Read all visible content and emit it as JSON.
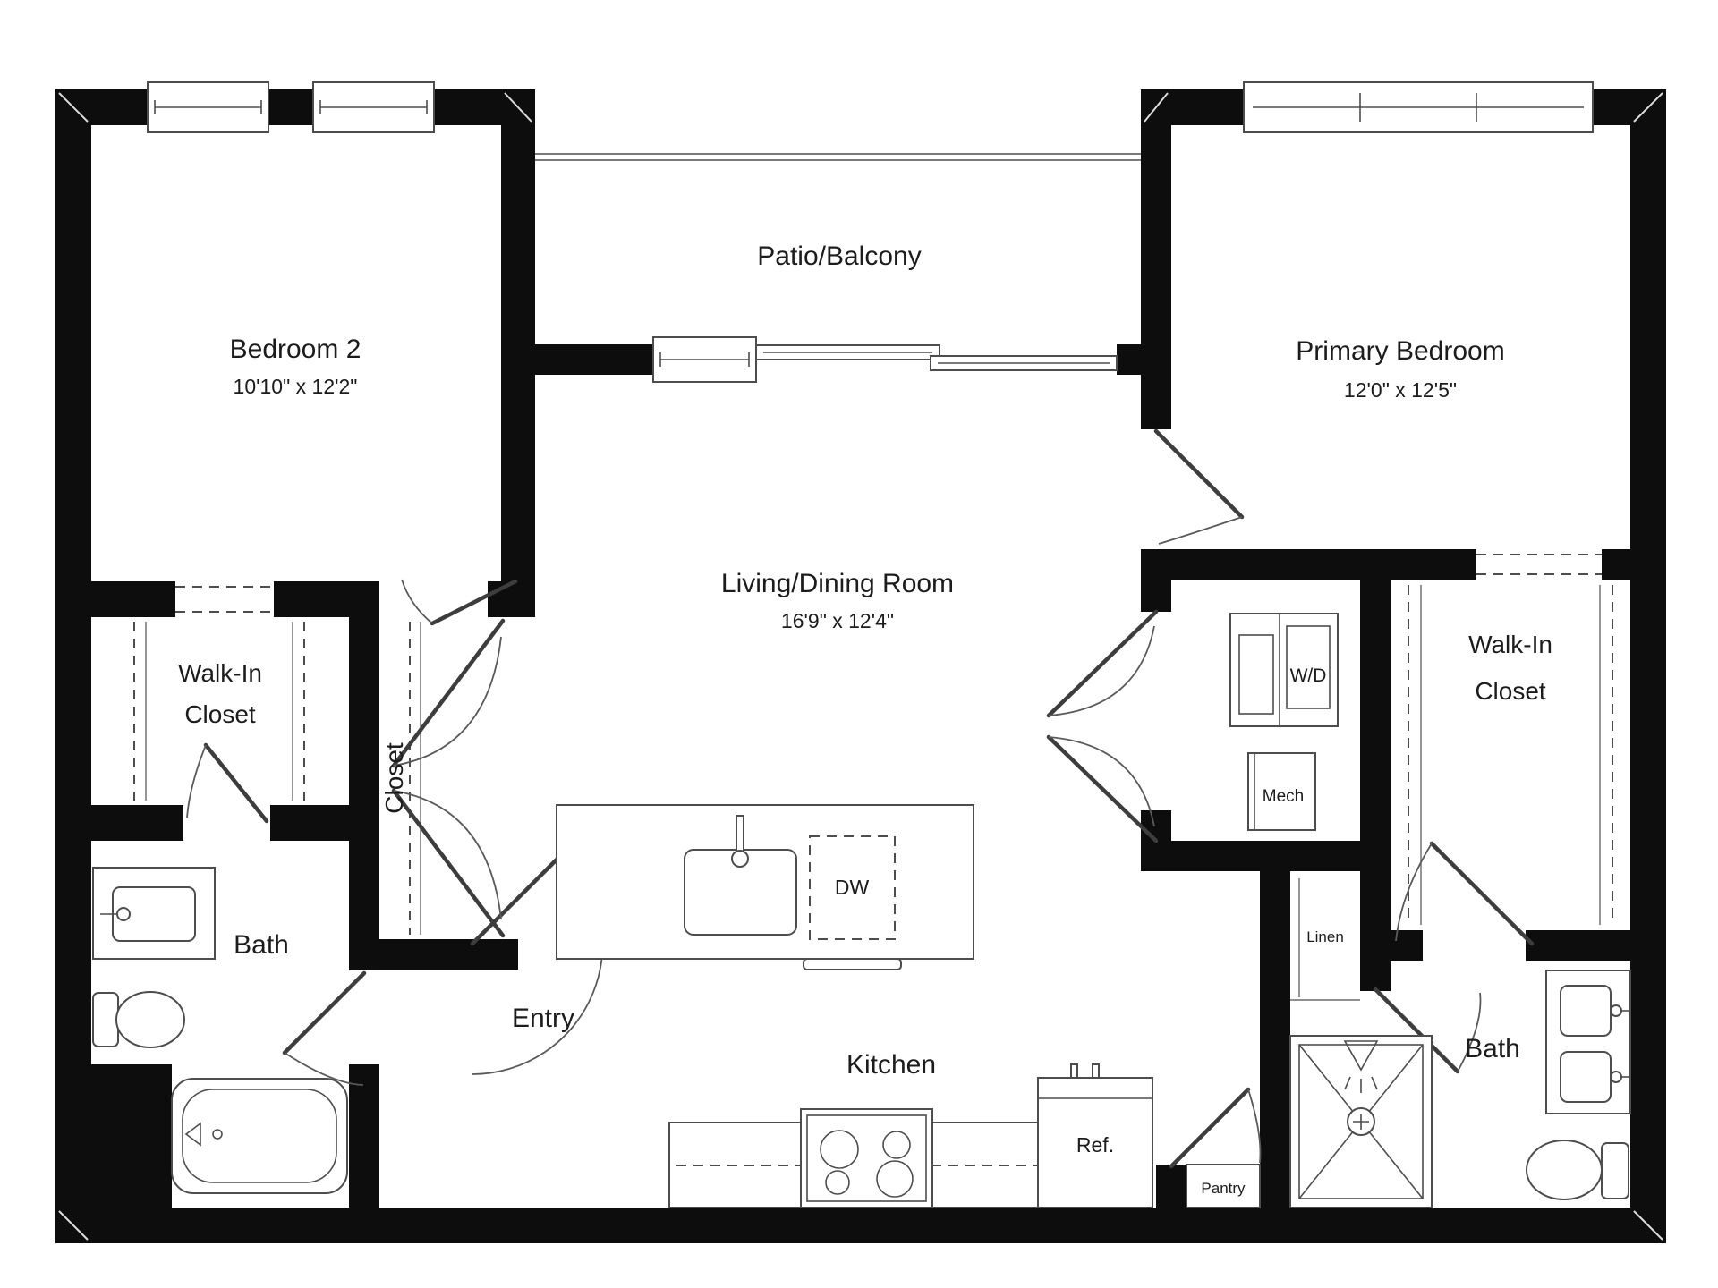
{
  "rooms": {
    "patio_balcony": {
      "label": "Patio/Balcony"
    },
    "bedroom_2": {
      "label": "Bedroom 2",
      "dimensions": "10'10\" x 12'2\""
    },
    "primary_bedroom": {
      "label": "Primary Bedroom",
      "dimensions": "12'0\" x 12'5\""
    },
    "living_dining": {
      "label": "Living/Dining Room",
      "dimensions": "16'9\" x 12'4\""
    },
    "walk_in_closet_left": {
      "line1": "Walk-In",
      "line2": "Closet"
    },
    "walk_in_closet_right": {
      "line1": "Walk-In",
      "line2": "Closet"
    },
    "entry_closet": {
      "label": "Closet"
    },
    "bath_left": {
      "label": "Bath"
    },
    "bath_right": {
      "label": "Bath"
    },
    "entry": {
      "label": "Entry"
    },
    "kitchen": {
      "label": "Kitchen"
    }
  },
  "appliances": {
    "washer_dryer": "W/D",
    "mechanical": "Mech",
    "linen": "Linen",
    "dishwasher": "DW",
    "refrigerator": "Ref.",
    "pantry": "Pantry"
  },
  "colors": {
    "walls": "#0d0d0d",
    "fixture_lines": "#4d4d4d",
    "label_text": "#1c1c1c",
    "background": "#ffffff"
  }
}
